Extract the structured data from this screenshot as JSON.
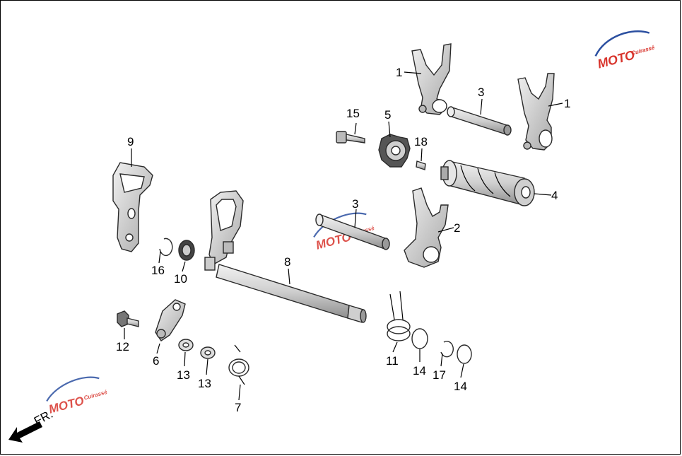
{
  "watermark": {
    "brand": "MOTO",
    "sub": "Cuirassé"
  },
  "direction": {
    "text": "FR."
  },
  "callouts": [
    {
      "id": "c1a",
      "text": "1"
    },
    {
      "id": "c1b",
      "text": "1"
    },
    {
      "id": "c2",
      "text": "2"
    },
    {
      "id": "c3a",
      "text": "3"
    },
    {
      "id": "c3b",
      "text": "3"
    },
    {
      "id": "c4",
      "text": "4"
    },
    {
      "id": "c5",
      "text": "5"
    },
    {
      "id": "c6",
      "text": "6"
    },
    {
      "id": "c7",
      "text": "7"
    },
    {
      "id": "c8",
      "text": "8"
    },
    {
      "id": "c9",
      "text": "9"
    },
    {
      "id": "c10",
      "text": "10"
    },
    {
      "id": "c11",
      "text": "11"
    },
    {
      "id": "c12",
      "text": "12"
    },
    {
      "id": "c13a",
      "text": "13"
    },
    {
      "id": "c13b",
      "text": "13"
    },
    {
      "id": "c14a",
      "text": "14"
    },
    {
      "id": "c14b",
      "text": "14"
    },
    {
      "id": "c15",
      "text": "15"
    },
    {
      "id": "c16",
      "text": "16"
    },
    {
      "id": "c17",
      "text": "17"
    },
    {
      "id": "c18",
      "text": "18"
    }
  ],
  "colors": {
    "part_fill": "#d9d9d9",
    "part_dark": "#9a9a9a",
    "outline": "#2a2a2a",
    "wm_red": "#d8342c",
    "wm_blue": "#2b4fa0"
  }
}
